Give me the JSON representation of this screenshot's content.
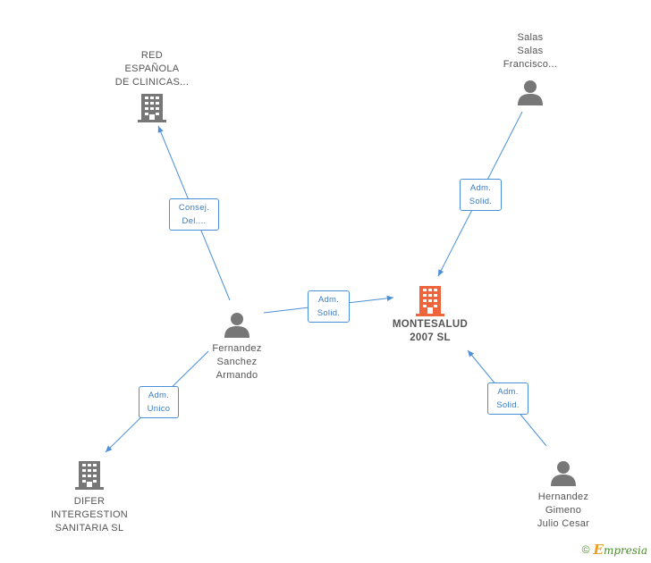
{
  "colors": {
    "edge": "#4a90d9",
    "company_icon": "#777777",
    "focus_icon": "#f0643c",
    "person_icon": "#777777"
  },
  "nodes": {
    "red": {
      "label": [
        "RED",
        "ESPAÑOLA",
        "DE CLINICAS..."
      ],
      "kind": "company",
      "icon": "building-icon"
    },
    "salas": {
      "label": [
        "Salas",
        "Salas",
        "Francisco..."
      ],
      "kind": "person",
      "icon": "person-icon"
    },
    "fernandez": {
      "label": [
        "Fernandez",
        "Sanchez",
        "Armando"
      ],
      "kind": "person",
      "icon": "person-icon"
    },
    "montesalud": {
      "label": [
        "MONTESALUD",
        "2007 SL"
      ],
      "kind": "focus-company",
      "icon": "building-icon"
    },
    "difer": {
      "label": [
        "DIFER",
        "INTERGESTION",
        "SANITARIA SL"
      ],
      "kind": "company",
      "icon": "building-icon"
    },
    "hernandez": {
      "label": [
        "Hernandez",
        "Gimeno",
        "Julio Cesar"
      ],
      "kind": "person",
      "icon": "person-icon"
    }
  },
  "edges": {
    "fernandez_red": {
      "label": [
        "Consej.",
        "Del...."
      ]
    },
    "salas_montesalud": {
      "label": [
        "Adm.",
        "Solid."
      ]
    },
    "fernandez_montesalud": {
      "label": [
        "Adm.",
        "Solid."
      ]
    },
    "fernandez_difer": {
      "label": [
        "Adm.",
        "Unico"
      ]
    },
    "hernandez_montesalud": {
      "label": [
        "Adm.",
        "Solid."
      ]
    }
  },
  "footer": {
    "copyright_symbol": "©",
    "brand_initial": "E",
    "brand_rest": "mpresia"
  }
}
